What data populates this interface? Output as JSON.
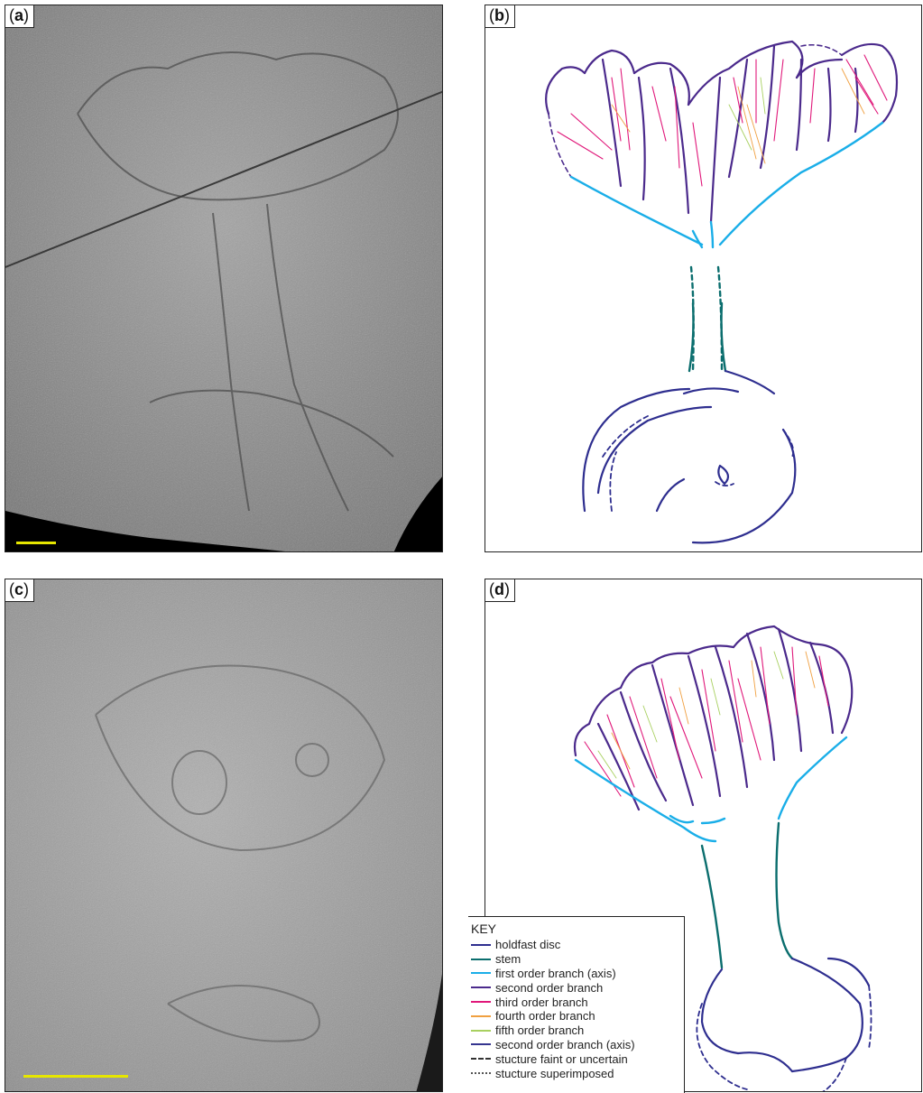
{
  "panels": {
    "a": {
      "label_prefix": "(",
      "letter": "a",
      "label_suffix": ")"
    },
    "b": {
      "label_prefix": "(",
      "letter": "b",
      "label_suffix": ")"
    },
    "c": {
      "label_prefix": "(",
      "letter": "c",
      "label_suffix": ")"
    },
    "d": {
      "label_prefix": "(",
      "letter": "d",
      "label_suffix": ")"
    }
  },
  "key": {
    "title": "KEY",
    "items": [
      {
        "label": "holdfast disc",
        "color": "#2e2e8f",
        "style": "solid"
      },
      {
        "label": "stem",
        "color": "#0b6e6e",
        "style": "solid"
      },
      {
        "label": "first order branch (axis)",
        "color": "#1aaee8",
        "style": "solid"
      },
      {
        "label": "second order branch",
        "color": "#4b2a8c",
        "style": "solid"
      },
      {
        "label": "third order branch",
        "color": "#e0187a",
        "style": "solid"
      },
      {
        "label": "fourth order branch",
        "color": "#f0a040",
        "style": "solid"
      },
      {
        "label": "fifth order branch",
        "color": "#a8d060",
        "style": "solid"
      },
      {
        "label": "second order branch (axis)",
        "color": "#35358f",
        "style": "solid"
      },
      {
        "label": "stucture faint or uncertain",
        "color": "#333333",
        "style": "dashed"
      },
      {
        "label": "stucture superimposed",
        "color": "#555555",
        "style": "dotted"
      }
    ]
  },
  "colors": {
    "scale_bar": "#e6e600",
    "rock": "#8d8d8d"
  }
}
